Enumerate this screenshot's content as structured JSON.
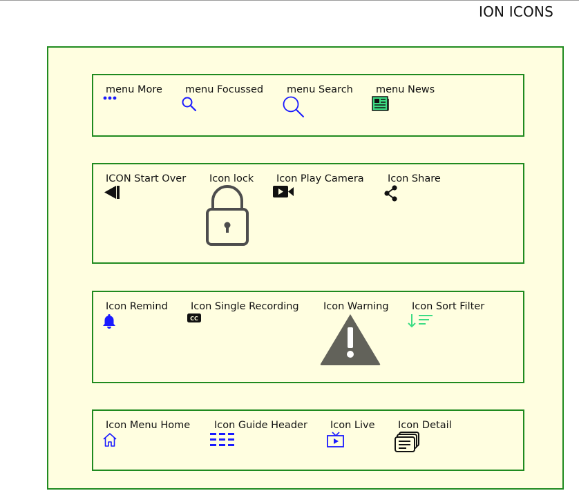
{
  "page": {
    "title": "ION ICONS"
  },
  "colors": {
    "border": "#1f8a1f",
    "panel_bg": "#fffee0",
    "blue": "#1a1aff",
    "green": "#3ddc84",
    "warning": "#62625a"
  },
  "rows": [
    {
      "items": [
        {
          "label": "menu More",
          "icon": "more-dots-icon"
        },
        {
          "label": "menu Focussed",
          "icon": "search-icon"
        },
        {
          "label": "menu Search",
          "icon": "search-large-icon"
        },
        {
          "label": "menu News",
          "icon": "newspaper-icon"
        }
      ]
    },
    {
      "items": [
        {
          "label": "ICON Start Over",
          "icon": "start-over-icon"
        },
        {
          "label": "Icon lock",
          "icon": "lock-icon"
        },
        {
          "label": "Icon Play Camera",
          "icon": "video-camera-icon"
        },
        {
          "label": "Icon Share",
          "icon": "share-icon"
        }
      ]
    },
    {
      "items": [
        {
          "label": "Icon Remind",
          "icon": "bell-icon"
        },
        {
          "label": "Icon Single Recording",
          "icon": "closed-caption-icon"
        },
        {
          "label": "Icon Warning",
          "icon": "warning-icon"
        },
        {
          "label": "Icon Sort Filter",
          "icon": "sort-filter-icon"
        }
      ]
    },
    {
      "items": [
        {
          "label": "Icon Menu Home",
          "icon": "home-icon"
        },
        {
          "label": "Icon Guide Header",
          "icon": "guide-grid-icon"
        },
        {
          "label": "Icon Live",
          "icon": "live-tv-icon"
        },
        {
          "label": "Icon Detail",
          "icon": "detail-cards-icon"
        }
      ]
    }
  ]
}
